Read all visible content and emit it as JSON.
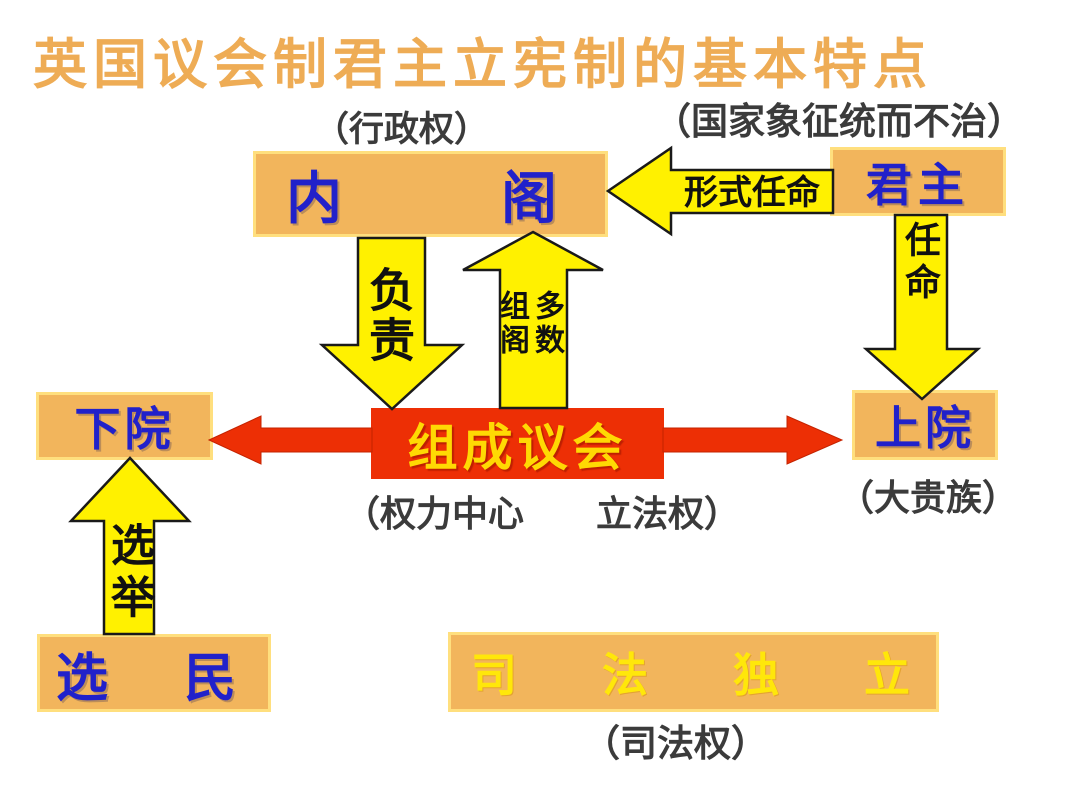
{
  "title": "英国议会制君主立宪制的基本特点",
  "annotations": {
    "executive_power": "（行政权）",
    "national_symbol": "（国家象征统而不治）",
    "power_center_legislative": "（权力中心　　立法权）",
    "aristocracy": "（大贵族）",
    "judicial_power": "（司法权）"
  },
  "boxes": {
    "cabinet_left_char": "内",
    "cabinet_right_char": "阁",
    "monarch": "君主",
    "lower_house": "下院",
    "upper_house": "上院",
    "parliament": "组成议会",
    "electorate_left_char": "选",
    "electorate_right_char": "民",
    "judiciary_chars": [
      "司",
      "法",
      "独",
      "立"
    ]
  },
  "arrow_labels": {
    "formal_appointment": "形式任命",
    "appointment": "任命",
    "responsible": "负责",
    "form_cabinet": "组阁",
    "majority": "多数",
    "election": "选举"
  },
  "colors": {
    "box_orange": "#F2B55C",
    "box_border": "#FFDF7E",
    "title_orange": "#EEAC55",
    "text_blue": "#2121CA",
    "text_dark": "#3B3B3B",
    "arrow_yellow": "#FFF100",
    "arrow_red": "#ED2F05",
    "parliament_text_yellow": "#FFD903",
    "judiciary_text_yellow": "#FFE70A"
  }
}
